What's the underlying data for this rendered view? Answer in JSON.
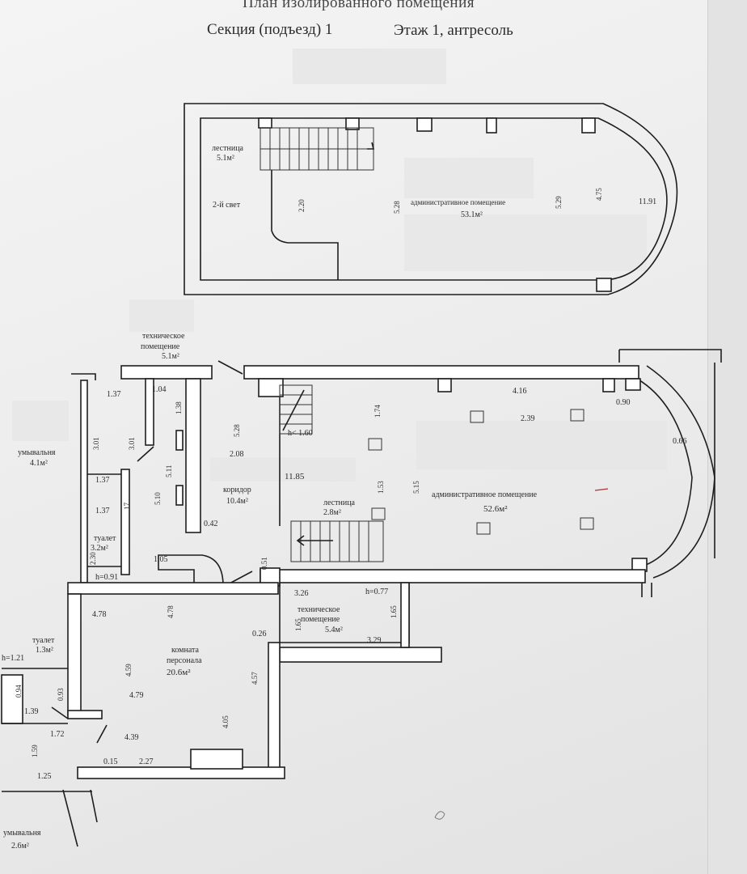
{
  "header": {
    "title": "План изолированного помещения",
    "section": "Секция (подъезд) 1",
    "floor": "Этаж 1, антресоль"
  },
  "mezzanine": {
    "staircase": {
      "name": "лестница",
      "area": "5.1м²"
    },
    "light": "2-й свет",
    "office": {
      "name": "административное помещение",
      "area": "53.1м²"
    },
    "dims": {
      "d1": "2.20",
      "d2": "5.28",
      "d3": "5.29",
      "d4": "4.75",
      "d5": "11.91"
    }
  },
  "ground": {
    "tech_room": {
      "name1": "техническое",
      "name2": "помещение",
      "area": "5.1м²"
    },
    "wash": {
      "name": "умывальня",
      "area": "4.1м²"
    },
    "corridor": {
      "name": "коридор",
      "area": "10.4м²"
    },
    "stair": {
      "name": "лестница",
      "area": "2.8м²",
      "h": "h< 1.60"
    },
    "office": {
      "name": "административное помещение",
      "area": "52.6м²"
    },
    "toilet": {
      "name": "туалет",
      "area": "3.2м²",
      "h": "h=0.91"
    },
    "tech2": {
      "name1": "техническое",
      "name2": "помещение",
      "area": "5.4м²",
      "h": "h=0.77"
    },
    "staff": {
      "name1": "комната",
      "name2": "персонала",
      "area": "20.6м²"
    },
    "toilet2": {
      "name": "туалет",
      "area": "1.3м²",
      "h": "h=1.21"
    },
    "wash2": {
      "name": "умывальня",
      "area": "2.6м²"
    }
  },
  "dims": {
    "d137a": "1.37",
    "d104": "1.04",
    "d138": "1.38",
    "d301a": "3.01",
    "d301b": "3.01",
    "d528": "5.28",
    "d208": "2.08",
    "d1185": "11.85",
    "d174": "1.74",
    "d416": "4.16",
    "d090": "0.90",
    "d239": "2.39",
    "d066": "0.66",
    "d137b": "1.37",
    "d137c": "1.37",
    "d17": "17",
    "d510": "5.10",
    "d511": "5.11",
    "d153": "1.53",
    "d515": "5.15",
    "d042": "0.42",
    "d230": "2.30",
    "d105": "1.05",
    "d051": "0.51",
    "d326": "3.26",
    "d478a": "4.78",
    "d478b": "4.78",
    "d165a": "1.65",
    "d165b": "1.65",
    "d329": "3.29",
    "d026": "0.26",
    "d459": "4.59",
    "d457": "4.57",
    "d479": "4.79",
    "d094": "0.94",
    "d093": "0.93",
    "d139": "1.39",
    "d172": "1.72",
    "d439": "4.39",
    "d405": "4.05",
    "d159": "1.59",
    "d015": "0.15",
    "d227": "2.27",
    "d125": "1.25"
  }
}
